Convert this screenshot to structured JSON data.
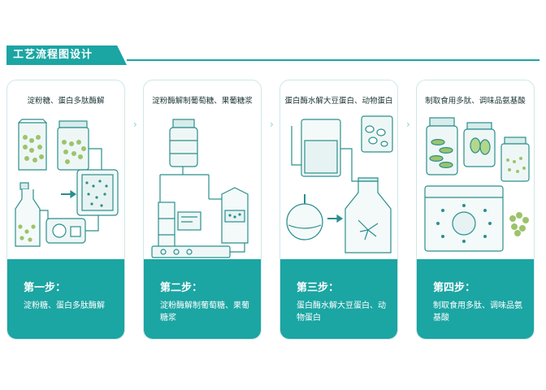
{
  "header": {
    "title": "工艺流程图设计"
  },
  "steps": [
    {
      "title": "淀粉糖、蛋白多肽酶解",
      "step_label": "第一步：",
      "description": "淀粉糖、蛋白多肽酶解"
    },
    {
      "title": "淀粉酶解制葡萄糖、果葡糖浆",
      "step_label": "第二步：",
      "description": "淀粉酶解制葡萄糖、果葡糖浆"
    },
    {
      "title": "蛋白酶水解大豆蛋白、动物蛋白",
      "step_label": "第三步：",
      "description": "蛋白酶水解大豆蛋白、动物蛋白"
    },
    {
      "title": "制取食用多肽、调味品氨基酸",
      "step_label": "第四步：",
      "description": "制取食用多肽、调味品氨基酸"
    }
  ],
  "colors": {
    "accent": "#1ba5a3",
    "line": "#2a8f8d",
    "card_border": "#cfe7e7"
  }
}
